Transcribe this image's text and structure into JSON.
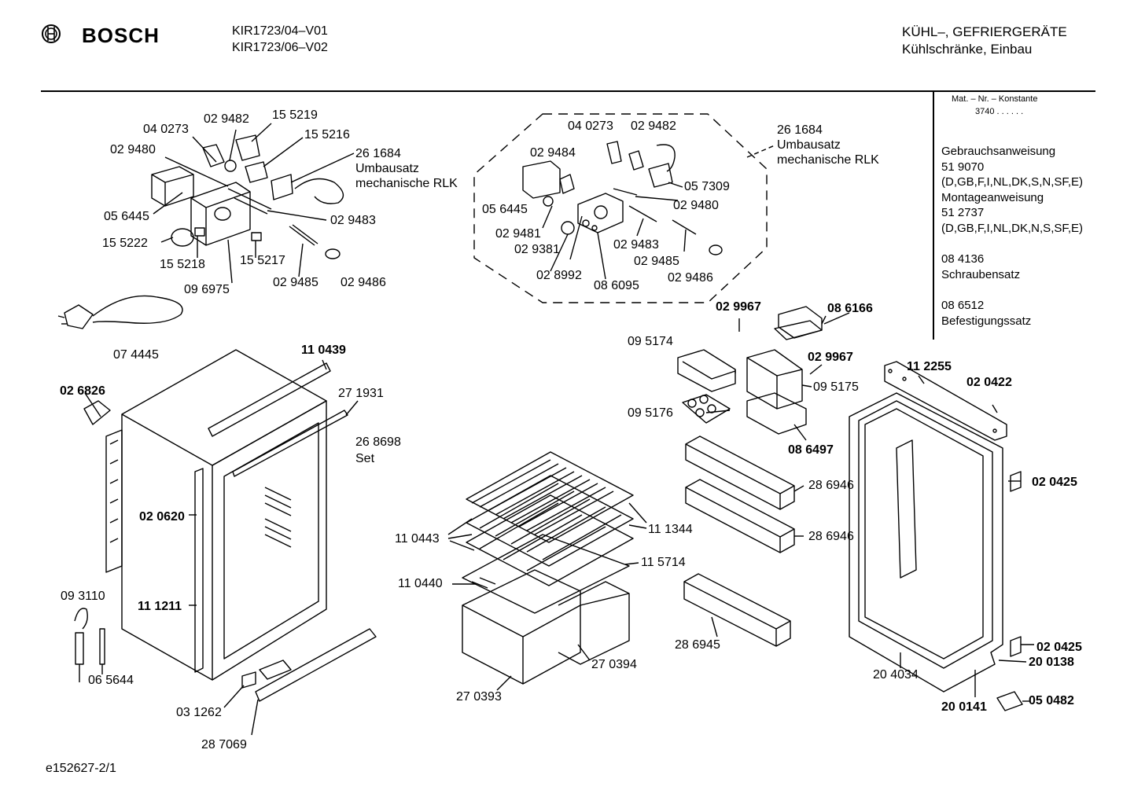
{
  "header": {
    "brand": "BOSCH",
    "models": [
      "KIR1723/04–V01",
      "KIR1723/06–V02"
    ],
    "category": [
      "KÜHL–, GEFRIERGERÄTE",
      "Kühlschränke, Einbau"
    ]
  },
  "sidebar": {
    "constant_label": "Mat. – Nr. – Konstante",
    "constant_value": "3740  .  .  .  .  .  .",
    "notes": [
      "Gebrauchsanweisung",
      "51 9070",
      "(D,GB,F,I,NL,DK,S,N,SF,E)",
      "Montageanweisung",
      "51 2737",
      "(D,GB,F,I,NL,DK,N,S,SF,E)",
      "",
      "08 4136",
      "Schraubensatz",
      "",
      "08 6512",
      "Befestigungssatz"
    ]
  },
  "parts": {
    "p1": "04 0273",
    "p2": "02 9482",
    "p3": "15 5219",
    "p4": "15 5216",
    "p5": "02 9480",
    "p6": "26 1684",
    "p7": "Umbausatz",
    "p8": "mechanische RLK",
    "p9": "05 6445",
    "p10": "02 9483",
    "p11": "15 5222",
    "p12": "15 5218",
    "p13": "15 5217",
    "p14": "02 9485",
    "p15": "02 9486",
    "p16": "09 6975",
    "p17": "07 4445",
    "q1": "04 0273",
    "q2": "02 9482",
    "q3": "02 9484",
    "q4": "05 6445",
    "q5": "05 7309",
    "q6": "02 9480",
    "q7": "02 9481",
    "q8": "02 9381",
    "q9": "02 9483",
    "q10": "02 9485",
    "q11": "02 8992",
    "q12": "08 6095",
    "q13": "02 9486",
    "q14": "26 1684",
    "q15": "Umbausatz",
    "q16": "mechanische RLK",
    "c1": "11 0439",
    "c2": "27 1931",
    "c3": "26 8698",
    "c4": "Set",
    "c5": "02 6826",
    "c6": "02 0620",
    "c7": "09 3110",
    "c8": "11 1211",
    "c9": "06 5644",
    "c10": "03 1262",
    "c11": "28 7069",
    "s1": "11 0443",
    "s2": "11 1344",
    "s3": "11 5714",
    "s4": "11 0440",
    "s5": "27 0394",
    "s6": "27 0393",
    "d1": "02 9967",
    "d2": "08 6166",
    "d3": "09 5174",
    "d4": "02 9967",
    "d5": "09 5175",
    "d6": "09 5176",
    "d7": "08 6497",
    "d8": "28 6946",
    "d9": "28 6946",
    "d10": "28 6945",
    "e1": "11 2255",
    "e2": "02 0422",
    "e3": "02 0425",
    "e4": "02 0425",
    "e5": "20 0138",
    "e6": "20 4034",
    "e7": "20 0141",
    "e8": "05 0482"
  },
  "footer": {
    "code": "e152627-2/1"
  }
}
